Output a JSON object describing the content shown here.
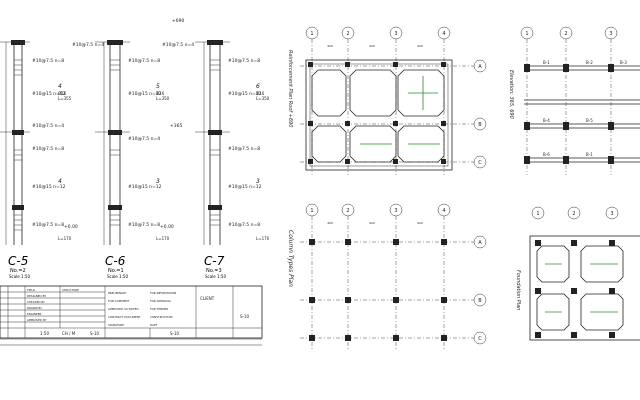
{
  "columns": [
    {
      "id": "C-5",
      "no": "No.=2",
      "scale": "Scale 1:50"
    },
    {
      "id": "C-6",
      "no": "No.=1",
      "scale": "Scale 1:50"
    },
    {
      "id": "C-7",
      "no": "No.=3",
      "scale": "Scale 1:50"
    }
  ],
  "rebar": {
    "top_elev": "+690",
    "mid_elev": "+365",
    "low_elev": "+0.00",
    "stirrup_a": "#10@7.5 n=4",
    "stirrup_b": "#10@7.5 n=8",
    "stirrup_c": "#10@15 n=12",
    "bar_a": "4",
    "bar_b": "5",
    "bar_c": "6",
    "bar_d": "3",
    "bar_label": "Ø16",
    "length_a": "L=355",
    "length_b": "L=350",
    "length_c": "L=170"
  },
  "titles": {
    "roof_plan": "Reinforcement Plan Roof +690",
    "elevation": "Elevation: 365, 690",
    "column_plan": "Column Types Plan",
    "foundation": "Foundation Plan"
  },
  "grid": {
    "nums": [
      "1",
      "2",
      "3",
      "4"
    ],
    "letters": [
      "A",
      "B",
      "C"
    ]
  },
  "dims": {
    "d1": "420",
    "d2": "420",
    "d3": "420"
  },
  "beams": [
    "B-1",
    "B-2",
    "B-3",
    "B-4",
    "B-5",
    "B-6"
  ],
  "title_block": {
    "client": "CLIENT",
    "sheet": "S-10",
    "scale": "1:50",
    "drawn": "CH / M",
    "preliminary": "PRELIMINARY",
    "for_information": "FOR INFORMATION",
    "for_comment": "FOR COMMENT",
    "for_approval": "FOR APPROVAL",
    "approved": "APPROVED AS NOTED",
    "for_tender": "FOR TENDER",
    "contract": "CONTRACT DOCUMENT",
    "construction": "CONSTRUCTION",
    "structure": "STRUCTURE",
    "field": "FIELD",
    "signature": "SIGNATURE",
    "date": "DATE",
    "designed": "DESIGNED BY",
    "checked": "CHECKED BY",
    "drawn_by": "DRAWN BY",
    "engineer": "ENGINEER",
    "approved_by": "APPROVED BY"
  }
}
